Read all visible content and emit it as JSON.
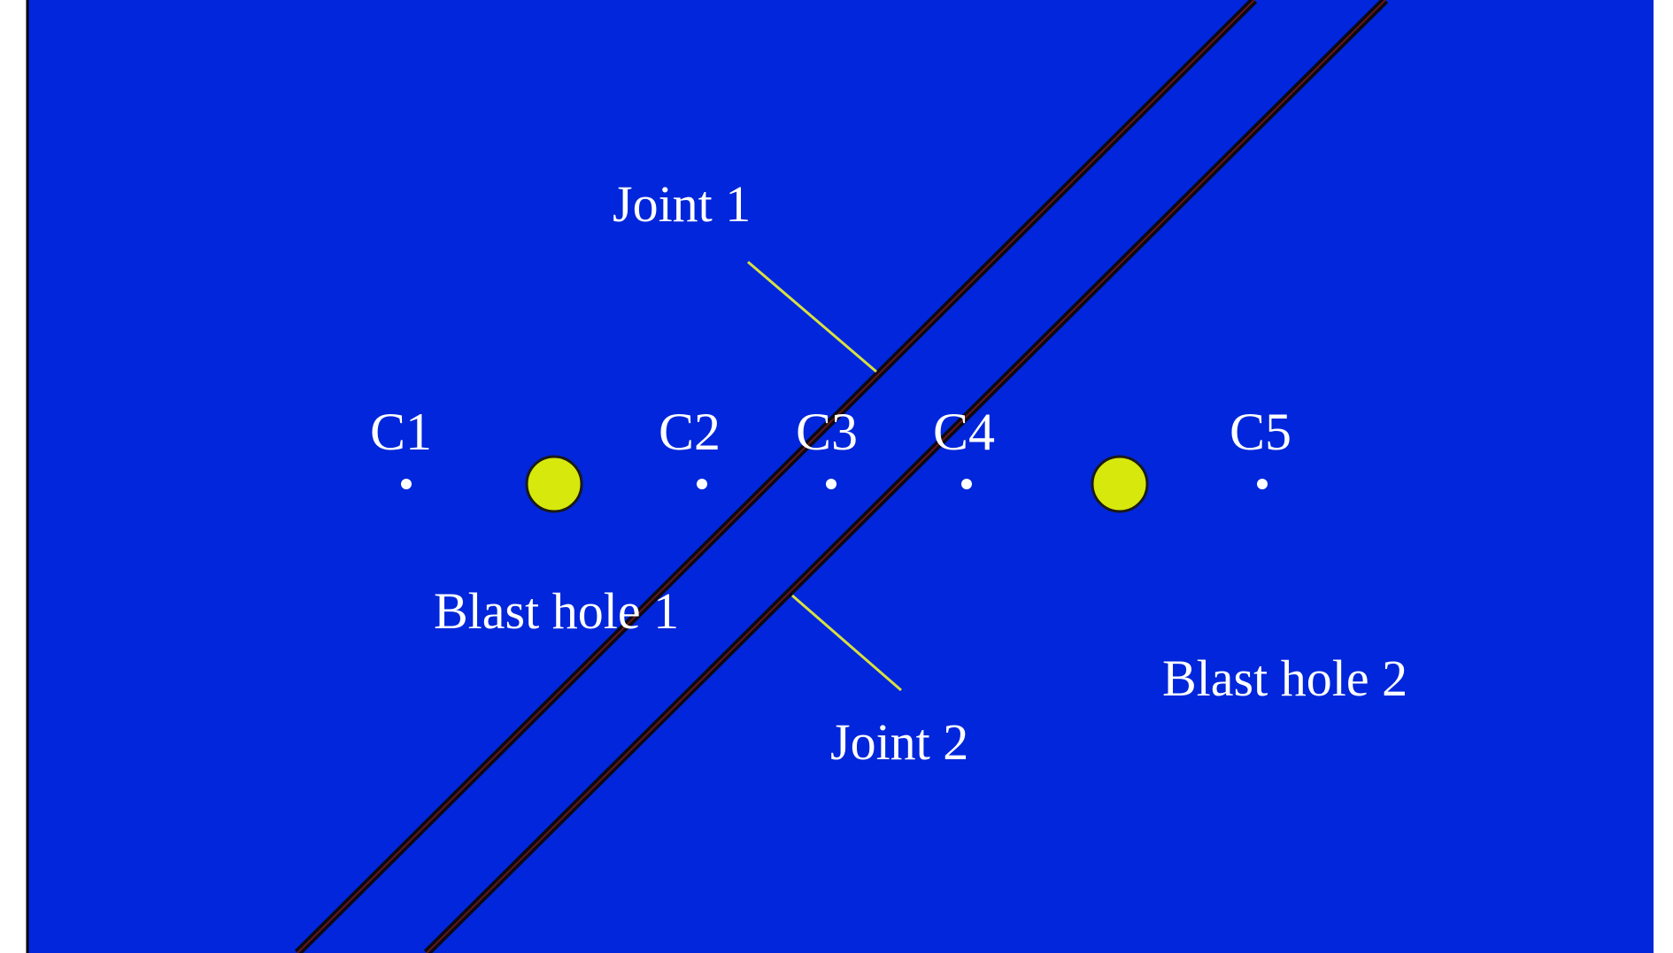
{
  "colors": {
    "model_fill": "#0126DB",
    "joint_line": "#0A0A14",
    "joint_core": "#8B1A1A",
    "leader_line": "#D8E040",
    "blast_hole_fill": "#D7E80C",
    "blast_hole_stroke": "#1A1A1A",
    "measuring_point": "#FFFFFF",
    "label_text": "#FFFFFF",
    "page_background": "#FFFFFF"
  },
  "joints": [
    {
      "id": "joint-1",
      "label": "Joint 1"
    },
    {
      "id": "joint-2",
      "label": "Joint 2"
    }
  ],
  "blast_holes": [
    {
      "id": "blast-hole-1",
      "label": "Blast hole 1"
    },
    {
      "id": "blast-hole-2",
      "label": "Blast hole 2"
    }
  ],
  "measuring_points": [
    {
      "id": "c1",
      "label": "C1"
    },
    {
      "id": "c2",
      "label": "C2"
    },
    {
      "id": "c3",
      "label": "C3"
    },
    {
      "id": "c4",
      "label": "C4"
    },
    {
      "id": "c5",
      "label": "C5"
    }
  ]
}
